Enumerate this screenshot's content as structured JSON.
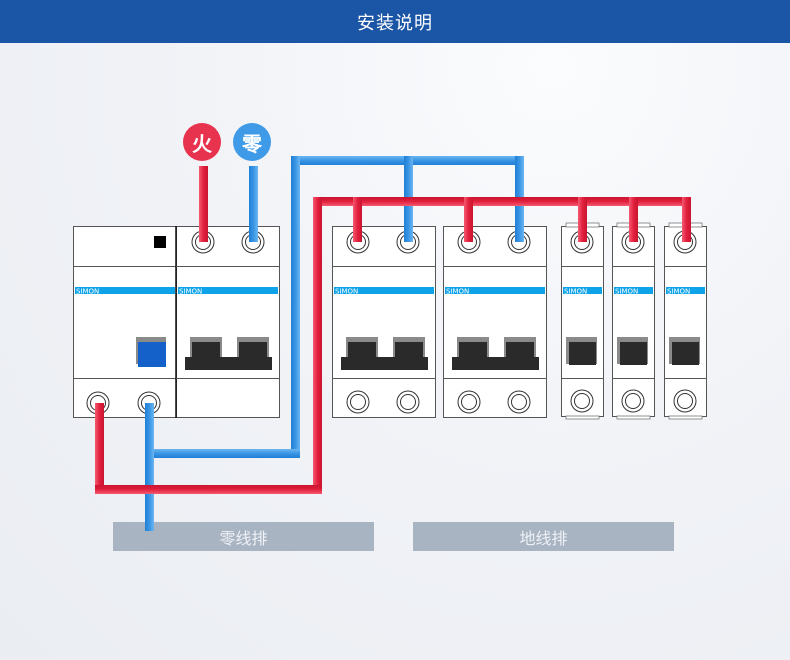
{
  "header": {
    "title": "安装说明"
  },
  "badges": {
    "live": {
      "label": "火",
      "color": "#e8334f"
    },
    "neutral": {
      "label": "零",
      "color": "#3f9ae8"
    }
  },
  "colors": {
    "live_wire": "#e2203e",
    "neutral_wire": "#3a95e4",
    "brand_strip": "#0ea3e8",
    "header_bg": "#1b55a6",
    "busbar": "#a9b4c3"
  },
  "breakers": [
    {
      "id": "rcd",
      "type": "residual-current-device",
      "brand": "simon",
      "poles": 2
    },
    {
      "id": "main",
      "type": "main-2p",
      "brand": "simon",
      "poles": 2
    },
    {
      "id": "branch-2p-a",
      "type": "2p",
      "brand": "simon",
      "poles": 2
    },
    {
      "id": "branch-2p-b",
      "type": "2p",
      "brand": "simon",
      "poles": 2
    },
    {
      "id": "branch-1p-a",
      "type": "1p",
      "brand": "simon",
      "poles": 1
    },
    {
      "id": "branch-1p-b",
      "type": "1p",
      "brand": "simon",
      "poles": 1
    },
    {
      "id": "branch-1p-c",
      "type": "1p",
      "brand": "simon",
      "poles": 1
    }
  ],
  "busbars": {
    "neutral": {
      "label": "零线排"
    },
    "ground": {
      "label": "地线排"
    }
  }
}
